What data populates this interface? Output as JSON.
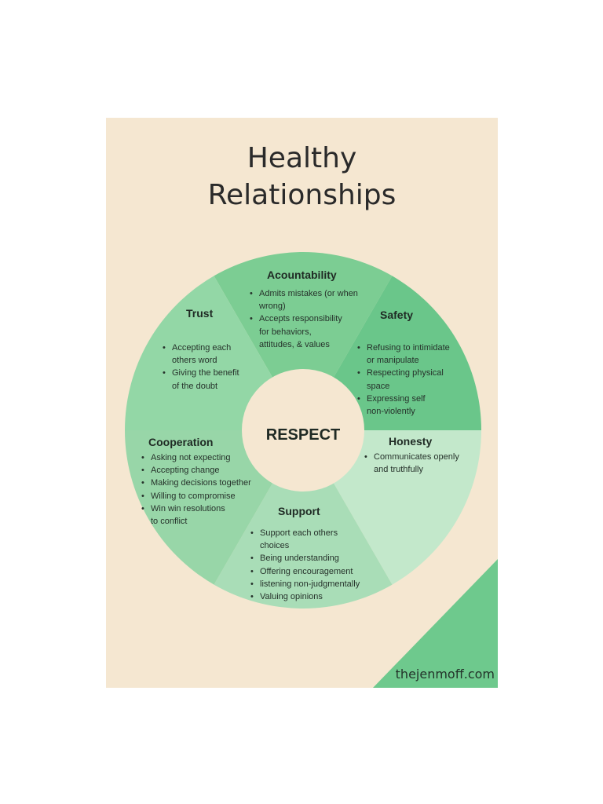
{
  "title_lines": [
    "Healthy",
    "Relationships"
  ],
  "center": "RESPECT",
  "website": "thejenmoff.com",
  "colors": {
    "background": "#f5e7d1",
    "accountability": "#7ccd93",
    "trust": "#93d7a6",
    "safety": "#6ac68a",
    "honesty": "#c3e8cb",
    "support": "#a9ddb7",
    "cooperation": "#98d6a8",
    "corner": "#6ec98d"
  },
  "segments": {
    "accountability": {
      "title": "Acountability",
      "items": [
        "Admits mistakes (or when\nwrong)",
        "Accepts responsibility\nfor behaviors,\nattitudes, & values"
      ]
    },
    "trust": {
      "title": "Trust",
      "items": [
        "Accepting each\nothers word",
        "Giving the benefit\nof the doubt"
      ]
    },
    "safety": {
      "title": "Safety",
      "items": [
        "Refusing to intimidate\nor manipulate",
        "Respecting physical\nspace",
        "Expressing self\nnon-violently"
      ]
    },
    "cooperation": {
      "title": "Cooperation",
      "items": [
        "Asking not expecting",
        "Accepting change",
        "Making decisions together",
        "Willing to compromise",
        "Win win resolutions\nto conflict"
      ]
    },
    "honesty": {
      "title": "Honesty",
      "items": [
        "Communicates openly\nand truthfully"
      ]
    },
    "support": {
      "title": "Support",
      "items": [
        "Support each others\nchoices",
        "Being understanding",
        "Offering encouragement",
        "listening non-judgmentally",
        "Valuing opinions"
      ]
    }
  }
}
